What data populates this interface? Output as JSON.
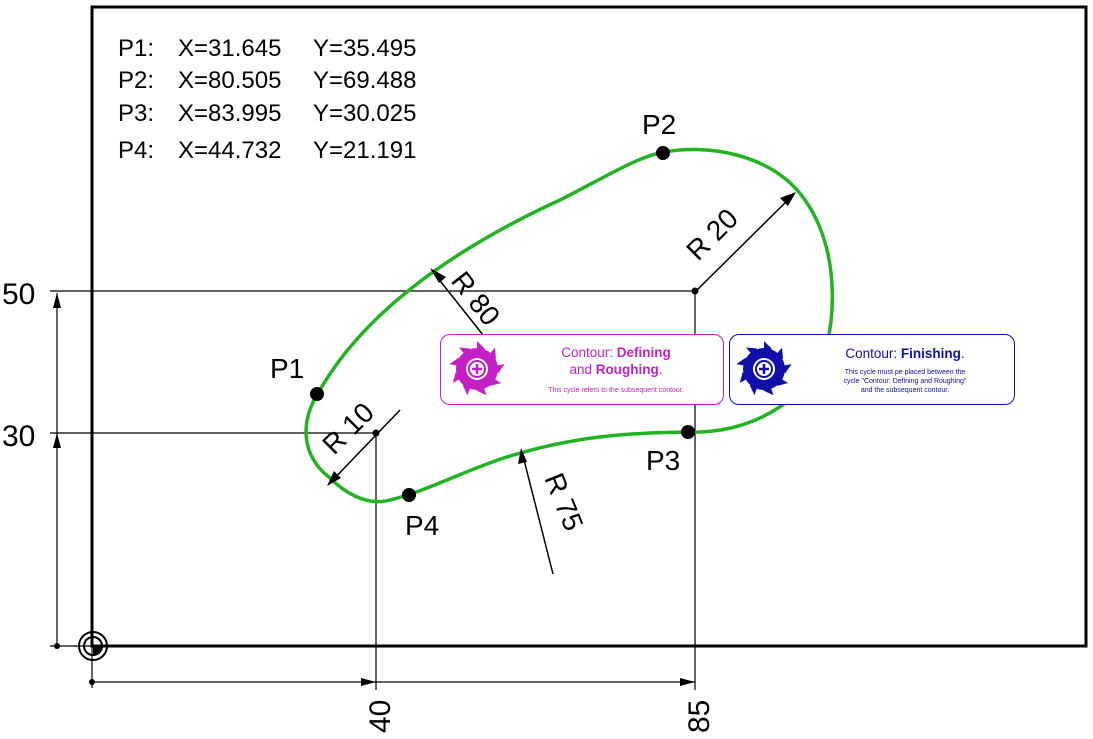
{
  "points_table": [
    {
      "label": "P1:",
      "x": "X=31.645",
      "y": "Y=35.495"
    },
    {
      "label": "P2:",
      "x": "X=80.505",
      "y": "Y=69.488"
    },
    {
      "label": "P3:",
      "x": "X=83.995",
      "y": "Y=30.025"
    },
    {
      "label": "P4:",
      "x": "X=44.732",
      "y": "Y=21.191"
    }
  ],
  "point_labels": {
    "p1": "P1",
    "p2": "P2",
    "p3": "P3",
    "p4": "P4"
  },
  "radii": {
    "r10": "R 10",
    "r20": "R 20",
    "r75": "R 75",
    "r80": "R 80"
  },
  "dimensions": {
    "y50": "50",
    "y30": "30",
    "x40": "40",
    "x85": "85"
  },
  "cycles": {
    "defining": {
      "title_prefix": "Contour: ",
      "title_bold": "Defining",
      "title_line2_prefix": "and ",
      "title_line2_bold": "Roughing",
      "title_suffix": ".",
      "description": "This cycle refers to the subsequent contour.",
      "color": "#c41fc4"
    },
    "finishing": {
      "title_prefix": "Contour: ",
      "title_bold": "Finishing",
      "title_suffix": ".",
      "description_line1": "This cycle must pe placed between the",
      "description_line2": "cycle \"Contour: Defining and Roughing\"",
      "description_line3": "and the subsequent contour.",
      "color": "#1010a8"
    }
  },
  "colors": {
    "contour": "#22b322",
    "lines": "#000000"
  }
}
